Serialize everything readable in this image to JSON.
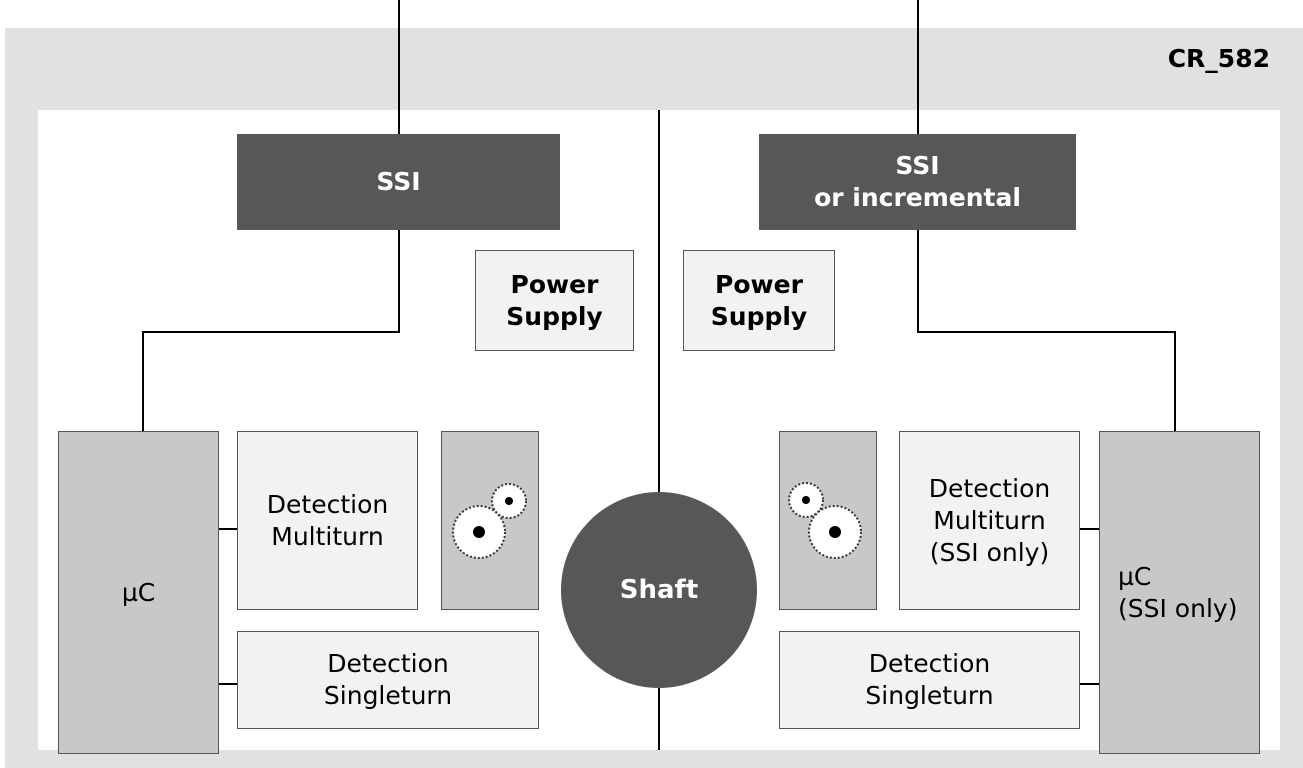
{
  "diagram": {
    "title": "CR_582",
    "left": {
      "interface": "SSI",
      "power_supply": "Power\nSupply",
      "microcontroller": "µC",
      "multiturn": "Detection\nMultiturn",
      "singleturn": "Detection\nSingleturn"
    },
    "right": {
      "interface": "SSI\nor incremental",
      "power_supply": "Power\nSupply",
      "microcontroller": "µC\n(SSI only)",
      "multiturn": "Detection\nMultiturn\n(SSI only)",
      "singleturn": "Detection\nSingleturn"
    },
    "shaft": "Shaft",
    "colors": {
      "frame": "#e1e1e1",
      "dark_block": "#575757",
      "light_block": "#f2f2f2",
      "grey_block": "#c8c8c8"
    }
  }
}
